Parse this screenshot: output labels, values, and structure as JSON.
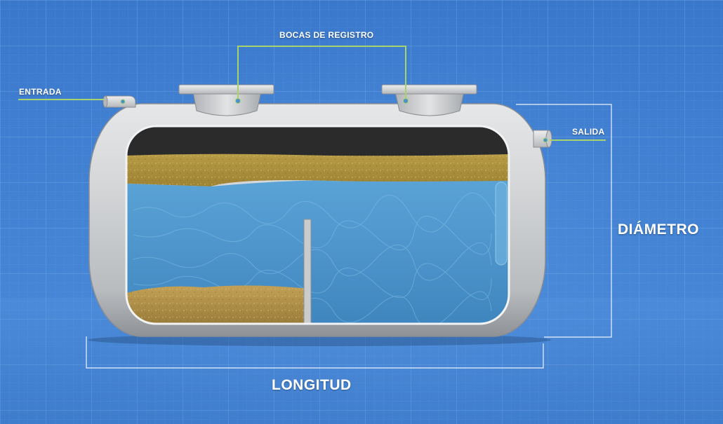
{
  "labels": {
    "inlet": "ENTRADA",
    "manholes": "BOCAS DE REGISTRO",
    "outlet": "SALIDA",
    "diameter": "DIÁMETRO",
    "length": "LONGITUD"
  },
  "colors": {
    "background": "#3f7fd0",
    "grid_line": "#6fa3e6",
    "leader_line": "#a6d36b",
    "dimension_line": "#ffffff",
    "tank_shell": "#cfd1d3",
    "water": "#4b93c8",
    "scum_layer": "#a88e3a",
    "sludge": "#b08f44",
    "gas_space": "#2b2b2b"
  }
}
